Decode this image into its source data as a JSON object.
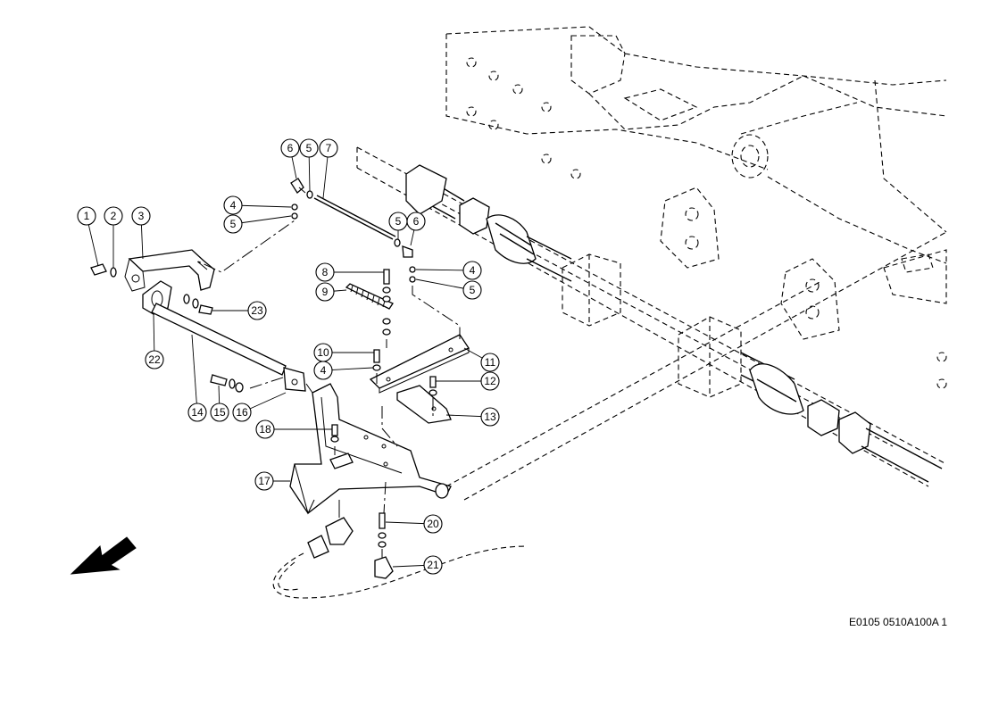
{
  "reference_code": "E0105 0510A100A 1",
  "callouts": [
    {
      "id": "c1",
      "label": "1"
    },
    {
      "id": "c2",
      "label": "2"
    },
    {
      "id": "c3",
      "label": "3"
    },
    {
      "id": "c4a",
      "label": "4"
    },
    {
      "id": "c5a",
      "label": "5"
    },
    {
      "id": "c6a",
      "label": "6"
    },
    {
      "id": "c5b",
      "label": "5"
    },
    {
      "id": "c7",
      "label": "7"
    },
    {
      "id": "c5c",
      "label": "5"
    },
    {
      "id": "c6b",
      "label": "6"
    },
    {
      "id": "c4b",
      "label": "4"
    },
    {
      "id": "c5d",
      "label": "5"
    },
    {
      "id": "c8",
      "label": "8"
    },
    {
      "id": "c9",
      "label": "9"
    },
    {
      "id": "c10",
      "label": "10"
    },
    {
      "id": "c4c",
      "label": "4"
    },
    {
      "id": "c11",
      "label": "11"
    },
    {
      "id": "c12",
      "label": "12"
    },
    {
      "id": "c13",
      "label": "13"
    },
    {
      "id": "c14",
      "label": "14"
    },
    {
      "id": "c15",
      "label": "15"
    },
    {
      "id": "c16",
      "label": "16"
    },
    {
      "id": "c17",
      "label": "17"
    },
    {
      "id": "c18",
      "label": "18"
    },
    {
      "id": "c20",
      "label": "20"
    },
    {
      "id": "c21",
      "label": "21"
    },
    {
      "id": "c22",
      "label": "22"
    },
    {
      "id": "c23",
      "label": "23"
    }
  ],
  "icons": {
    "direction_arrow": "arrow-front-icon"
  }
}
